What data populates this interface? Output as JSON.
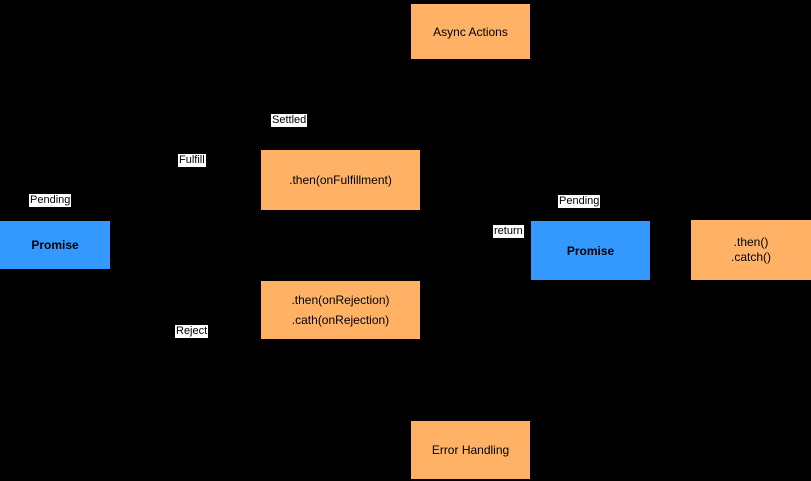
{
  "colors": {
    "background": "#000000",
    "process_fill": "#ffb266",
    "promise_fill": "#3399ff",
    "label_chip_bg": "#ffffff",
    "text": "#000000"
  },
  "nodes": {
    "async_actions": {
      "label": "Async Actions"
    },
    "then_fulfillment": {
      "label": ".then(onFulfillment)"
    },
    "then_rejection": {
      "line1": ".then(onRejection)",
      "line2": ".cath(onRejection)"
    },
    "promise_left": {
      "label": "Promise"
    },
    "promise_right": {
      "label": "Promise"
    },
    "then_catch": {
      "line1": ".then()",
      "line2": ".catch()"
    },
    "error_handling": {
      "label": "Error Handling"
    }
  },
  "edge_labels": {
    "pending_left": "Pending",
    "fulfill": "Fulfill",
    "settled": "Settled",
    "reject": "Reject",
    "return": "return",
    "pending_right": "Pending"
  }
}
